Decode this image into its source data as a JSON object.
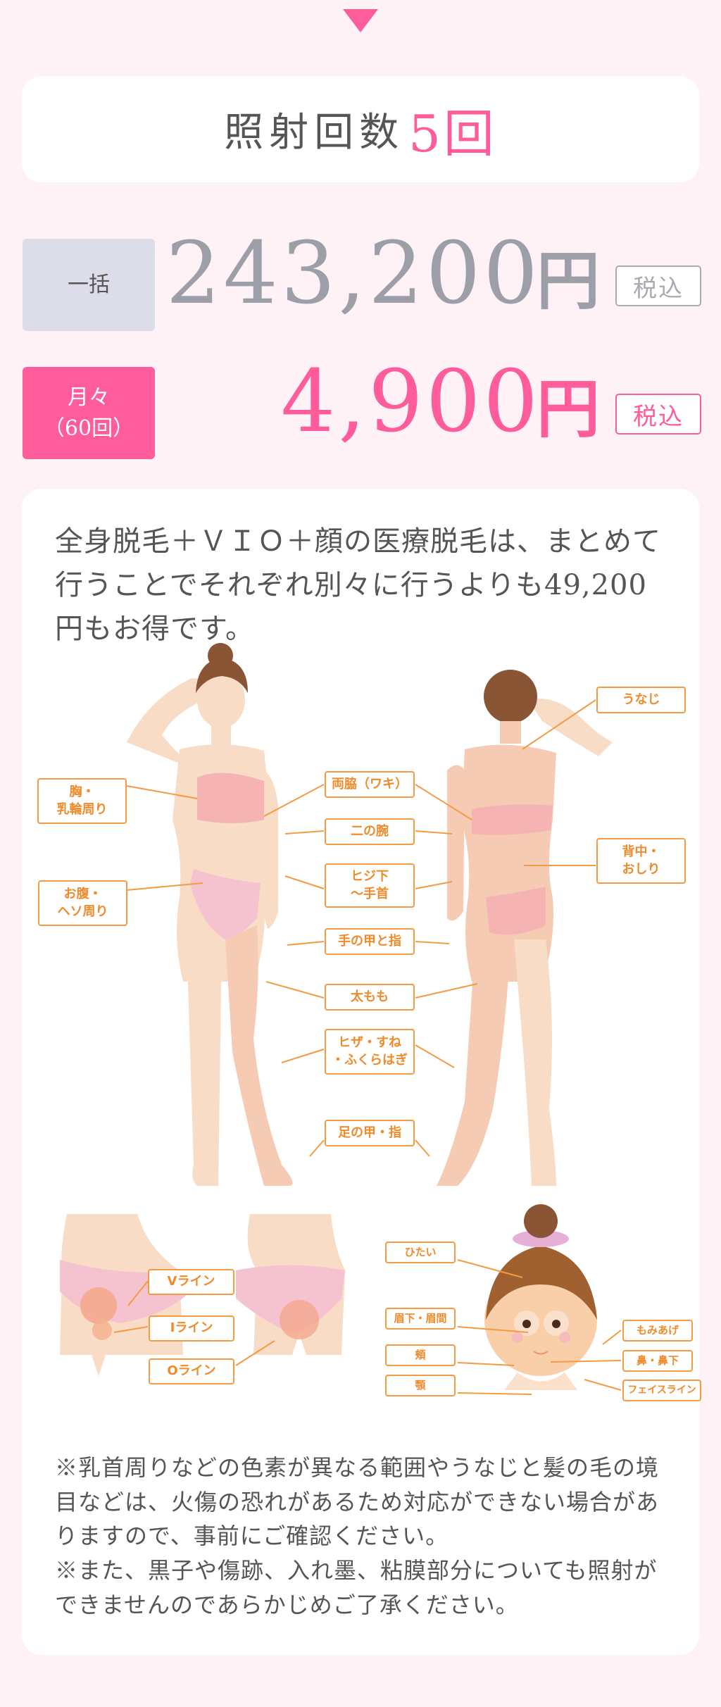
{
  "colors": {
    "accent": "#ff5c9b",
    "gray_price": "#9c9fa8",
    "label_orange": "#f08a2a",
    "background": "#fff2f6"
  },
  "header": {
    "arrow_icon": "triangle-down-icon"
  },
  "count_card": {
    "label": "照射回数",
    "count": "5回"
  },
  "pricing": {
    "lump_sum": {
      "tag": "一括",
      "amount": "243,200",
      "unit": "円",
      "tax": "税込"
    },
    "monthly": {
      "tag_line1": "月々",
      "tag_line2": "（60回）",
      "amount": "4,900",
      "unit": "円",
      "tax": "税込"
    }
  },
  "info": {
    "lead": "全身脱毛＋ＶＩＯ＋顔の医療脱毛は、まとめて行うことでそれぞれ別々に行うよりも49,200円もお得です。",
    "body_labels": {
      "chest": [
        "胸・",
        "乳輪周り"
      ],
      "belly": [
        "お腹・",
        "ヘソ周り"
      ],
      "armpit": "両脇（ワキ）",
      "upper_arm": "二の腕",
      "forearm": [
        "ヒジ下",
        "〜手首"
      ],
      "hand": "手の甲と指",
      "thigh": "太もも",
      "lower_leg": [
        "ヒザ・すね",
        "・ふくらはぎ"
      ],
      "foot": "足の甲・指",
      "nape": "うなじ",
      "back": [
        "背中・",
        "おしり"
      ]
    },
    "vio_labels": {
      "v": "Vライン",
      "i": "Iライン",
      "o": "Oライン"
    },
    "face_labels": {
      "forehead": "ひたい",
      "brow": "眉下・眉間",
      "cheek": "頬",
      "jaw": "顎",
      "sideburns": "もみあげ",
      "nose": "鼻・鼻下",
      "faceline": "フェイスライン"
    },
    "notes": [
      "※乳首周りなどの色素が異なる範囲やうなじと髪の毛の境目などは、火傷の恐れがあるため対応ができない場合がありますので、事前にご確認ください。",
      "※また、黒子や傷跡、入れ墨、粘膜部分についても照射ができませんのであらかじめご了承ください。"
    ]
  }
}
